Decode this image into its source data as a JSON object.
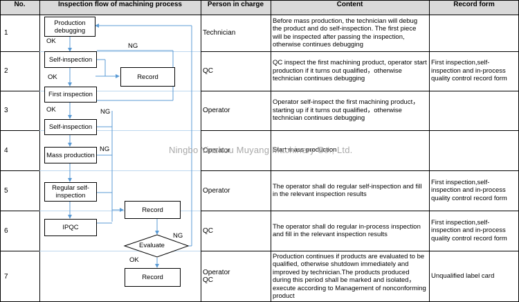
{
  "headers": {
    "no": "No.",
    "flow": "Inspection flow of machining process",
    "person": "Person in charge",
    "content": "Content",
    "record": "Record form"
  },
  "rows": [
    {
      "no": "1",
      "person": "Technician",
      "content": "Before mass production, the technician will debug the product and do self-inspection. The first piece will be inspected after passing the inspection, otherwise continues debugging",
      "record": ""
    },
    {
      "no": "2",
      "person": "QC",
      "content": "QC inspect the first machining product, operator start production if it turns out qualified，otherwise technician continues debugging",
      "record": "First inspection,self-inspection and in-process quality control record form"
    },
    {
      "no": "3",
      "person": "Operator",
      "content": "Operator self-inspect the first machining product，starting up if it turns out qualified，otherwise technician continues debugging",
      "record": ""
    },
    {
      "no": "4",
      "person": "Operator",
      "content": "Start mass production",
      "record": ""
    },
    {
      "no": "5",
      "person": "Operator",
      "content": "The operator shall do regular self-inspection and fill in the relevant inspection results",
      "record": "First inspection,self-inspection and in-process quality control record form"
    },
    {
      "no": "6",
      "person": "QC",
      "content": "The operator shall do regular in-process inspection and fill in the relevant inspection results",
      "record": "First inspection,self-inspection and in-process quality control record form"
    },
    {
      "no": "7",
      "person": "Operator\nQC",
      "content": "Production continues if products are evaluated to be qualified, otherwise shutdown immediately and improved by technician.The products produced during this period shall be marked and isolated，execute according to Management of nonconforming product",
      "record": "Unqualified label card"
    }
  ],
  "flow": {
    "production_debugging": "Production debugging",
    "self_inspection_1": "Self-inspection",
    "record_1": "Record",
    "first_inspection": "First inspection",
    "self_inspection_2": "Self-inspection",
    "mass_production": "Mass production",
    "regular_self_inspection": "Regular self-inspection",
    "record_2": "Record",
    "ipqc": "IPQC",
    "evaluate": "Evaluate",
    "record_3": "Record",
    "ok": "OK",
    "ng": "NG"
  },
  "watermark": "Ningbo Yinzhou Muyang Machinery Co., Ltd.",
  "colors": {
    "header_bg": "#d9d9d9",
    "connector": "#5b9bd5",
    "grid": "#000000"
  }
}
